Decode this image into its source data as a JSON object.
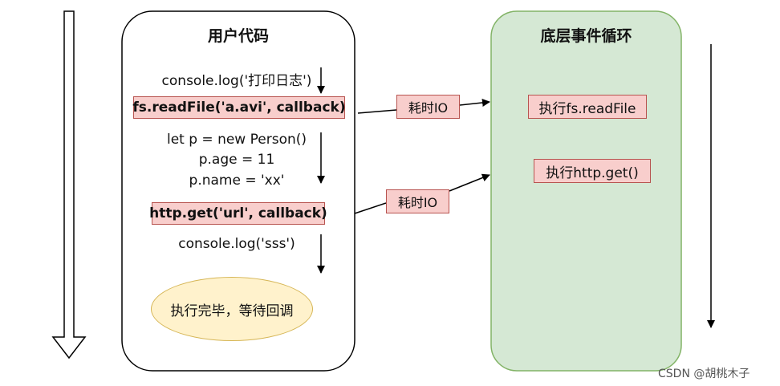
{
  "user_code": {
    "title": "用户代码",
    "lines": {
      "log1": "console.log('打印日志')",
      "readfile": "fs.readFile('a.avi', callback)",
      "person": "let p = new Person()",
      "age": "p.age = 11",
      "name": "p.name = 'xx'",
      "httpget": "http.get('url', callback)",
      "log2": "console.log('sss')"
    },
    "done": "执行完毕，等待回调"
  },
  "event_loop": {
    "title": "底层事件循环",
    "exec_readfile": "执行fs.readFile",
    "exec_httpget": "执行http.get()"
  },
  "connectors": {
    "io1": "耗时IO",
    "io2": "耗时IO"
  },
  "watermark": "CSDN @胡桃木子",
  "colors": {
    "highlight_fill": "#f8cecc",
    "highlight_border": "#b85450",
    "loop_fill": "#d5e8d4",
    "loop_border": "#82b366",
    "ellipse_fill": "#fff2cc",
    "ellipse_border": "#d6b656"
  }
}
